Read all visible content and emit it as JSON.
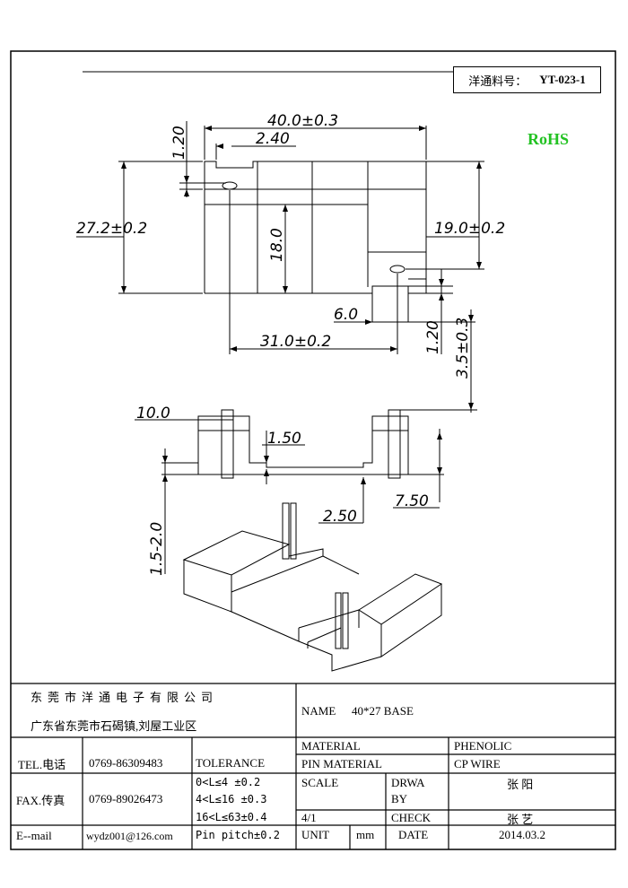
{
  "part_code": {
    "label": "洋通料号：",
    "value": "YT-023-1"
  },
  "rohs": "RoHS",
  "dims": {
    "width": "40.0±0.3",
    "d_240": "2.40",
    "d_120_top": "1.20",
    "height": "27.2±0.2",
    "d_180": "18.0",
    "d_190": "19.0±0.2",
    "d_60": "6.0",
    "d_310": "31.0±0.2",
    "d_120_right": "1.20",
    "d_35": "3.5±0.3",
    "d_100": "10.0",
    "d_150": "1.50",
    "d_750": "7.50",
    "d_250": "2.50",
    "d_15_20": "1.5-2.0"
  },
  "title_block": {
    "company": "东莞市洋通电子有限公司",
    "address": "广东省东莞市石碣镇,刘屋工业区",
    "tel_label": "TEL.电话",
    "tel": "0769-86309483",
    "fax_label": "FAX.传真",
    "fax": "0769-89026473",
    "email_label": "E--mail",
    "email": "wydz001@126.com",
    "tolerance_label": "TOLERANCE",
    "tol_1": "0<L≤4   ±0.2",
    "tol_2": "4<L≤16  ±0.3",
    "tol_3": "16<L≤63±0.4",
    "tol_4": "Pin pitch±0.2",
    "name_label": "NAME",
    "name": "40*27 BASE",
    "material_label": "MATERIAL",
    "material": "PHENOLIC",
    "pin_material_label": "PIN MATERIAL",
    "pin_material": "CP WIRE",
    "scale_label": "SCALE",
    "scale": "4/1",
    "drawn_label": "DRWA BY",
    "drawn": "张 阳",
    "check_label": "CHECK",
    "check": "张 艺",
    "unit_label": "UNIT",
    "unit": "mm",
    "date_label": "DATE",
    "date": "2014.03.2"
  }
}
